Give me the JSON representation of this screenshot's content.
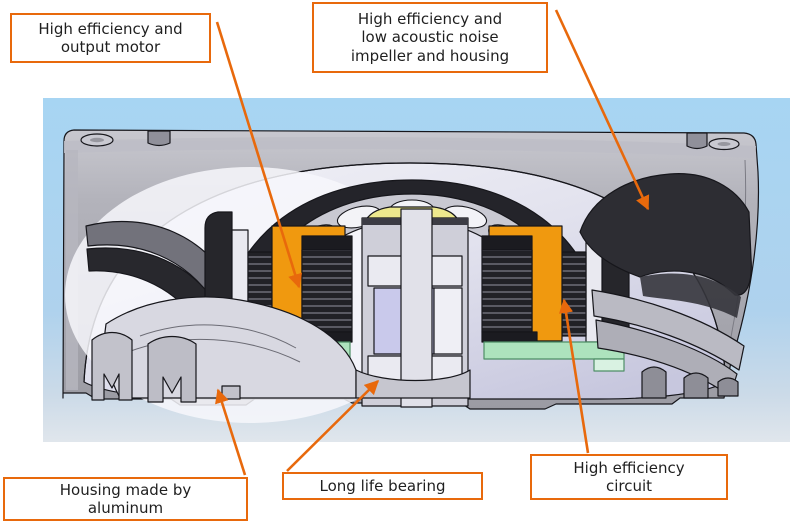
{
  "callouts": {
    "motor": {
      "line1": "High efficiency and",
      "line2": "output motor"
    },
    "impeller": {
      "line1": "High efficiency and",
      "line2": "low acoustic noise",
      "line3": "impeller and housing"
    },
    "housing": {
      "line1": "Housing made by",
      "line2": "aluminum"
    },
    "bearing": {
      "line1": "Long life bearing"
    },
    "circuit": {
      "line1": "High efficiency",
      "line2": "circuit"
    }
  },
  "colors": {
    "accent_orange": "#E8690C",
    "label_text": "#1F1F1F",
    "label_fill": "#FFFFFF",
    "photo_bg_top": "#A7D5F3",
    "photo_bg_bottom": "#E0E6EC",
    "frame_gray": "#A9A9B1",
    "impeller_dark": "#2B2B31",
    "coil_orange": "#F0990F",
    "pcb_green": "#ADE3BD",
    "hub_yellow": "#EDE88D",
    "bearing_sleeve_lavender": "#C9C9EB",
    "metal_highlight": "#F2F2F7"
  }
}
